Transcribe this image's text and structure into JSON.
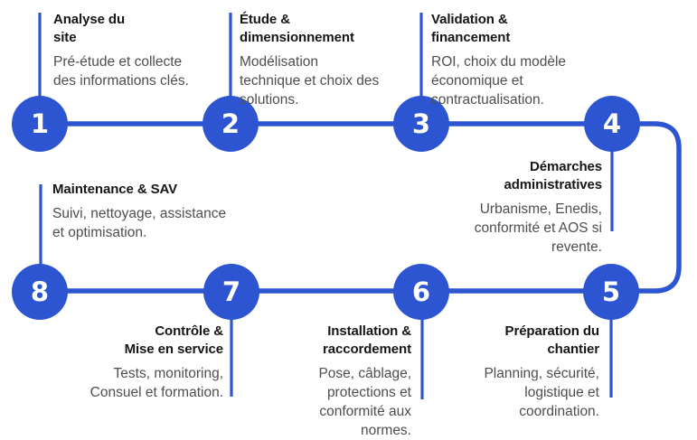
{
  "diagram": {
    "type": "process-flow-snake-timeline",
    "colors": {
      "accent_blue": "#2d55d2",
      "title_text": "#161616",
      "description_text": "#4e4e4e",
      "background": "#ffffff",
      "step_number_text": "#ffffff"
    },
    "steps": [
      {
        "number": "1",
        "title": "Analyse du\nsite",
        "description": "Pré-étude et collecte\ndes informations clés."
      },
      {
        "number": "2",
        "title": "Étude &\ndimensionnement",
        "description": "Modélisation\ntechnique et choix des\nsolutions."
      },
      {
        "number": "3",
        "title": "Validation &\nfinancement",
        "description": "ROI, choix du modèle\néconomique et\ncontractualisation."
      },
      {
        "number": "4",
        "title": "Démarches\nadministratives",
        "description": "Urbanisme, Enedis,\nconformité et AOS si\nrevente."
      },
      {
        "number": "5",
        "title": "Préparation du\nchantier",
        "description": "Planning, sécurité,\nlogistique et\ncoordination."
      },
      {
        "number": "6",
        "title": "Installation &\nraccordement",
        "description": "Pose, câblage,\nprotections et\nconformité aux\nnormes."
      },
      {
        "number": "7",
        "title": "Contrôle &\nMise en service",
        "description": "Tests, monitoring,\nConsuel et formation."
      },
      {
        "number": "8",
        "title": "Maintenance & SAV",
        "description": "Suivi, nettoyage, assistance\net optimisation."
      }
    ]
  }
}
